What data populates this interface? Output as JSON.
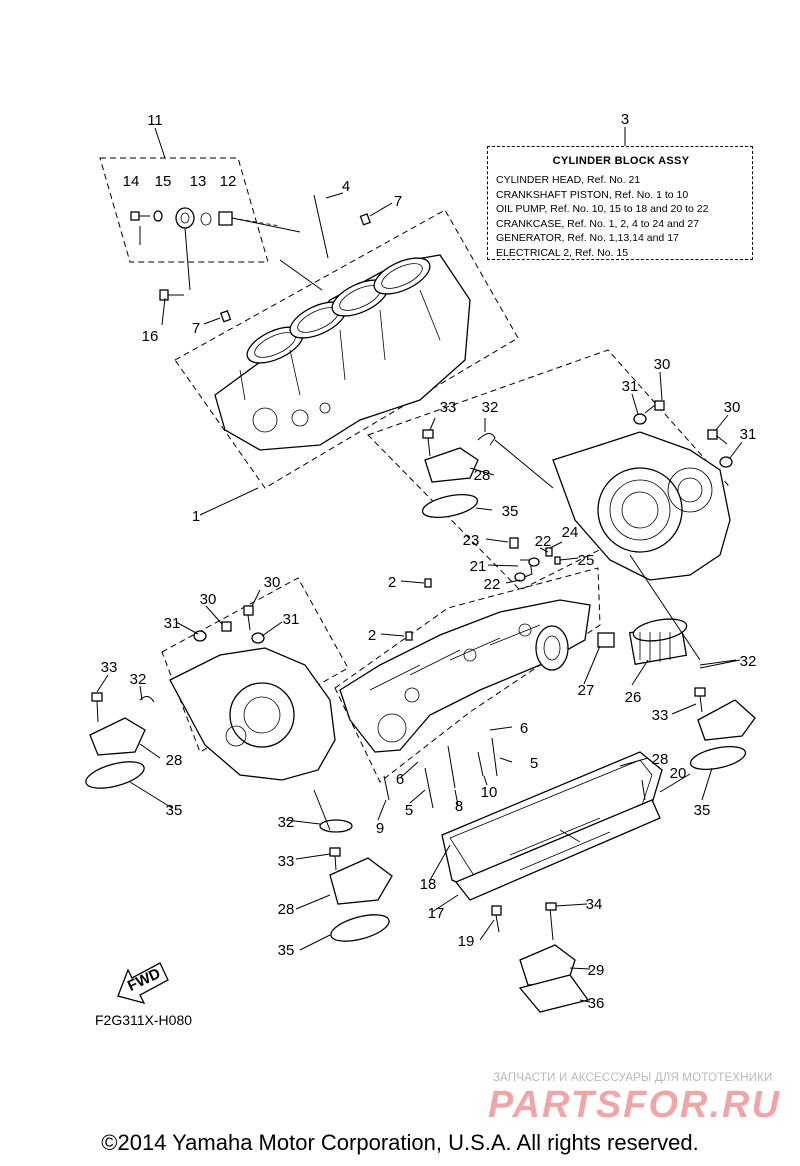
{
  "legend": {
    "title": "CYLINDER BLOCK ASSY",
    "lines": [
      "CYLINDER HEAD, Ref. No. 21",
      "CRANKSHAFT PISTON, Ref. No. 1 to 10",
      "OIL PUMP, Ref. No. 10, 15 to 18  and 20 to 22",
      "CRANKCASE, Ref. No. 1, 2, 4 to 24 and 27",
      "GENERATOR, Ref. No. 1,13,14 and 17",
      "ELECTRICAL 2, Ref. No. 15"
    ]
  },
  "callouts": [
    "1",
    "2",
    "3",
    "4",
    "5",
    "6",
    "7",
    "8",
    "9",
    "10",
    "11",
    "12",
    "13",
    "14",
    "15",
    "16",
    "17",
    "18",
    "19",
    "20",
    "21",
    "22",
    "23",
    "24",
    "25",
    "26",
    "27",
    "28",
    "29",
    "30",
    "31",
    "32",
    "33",
    "34",
    "35",
    "36"
  ],
  "fwd_label": "FWD",
  "diagram_code": "F2G311X-H080",
  "watermark": {
    "tagline": "ЗАПЧАСТИ И АКСЕССУАРЫ ДЛЯ МОТОТЕХНИКИ",
    "brand": "PARTSFOR.RU"
  },
  "copyright": "©2014 Yamaha Motor Corporation, U.S.A. All rights reserved."
}
